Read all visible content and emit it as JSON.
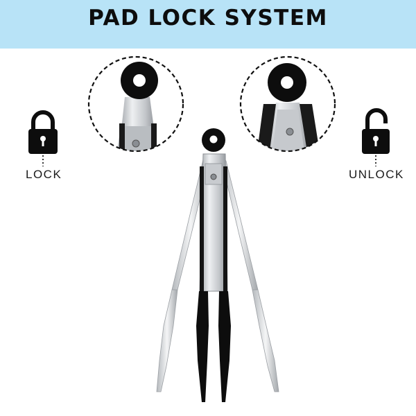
{
  "header": {
    "title": "PAD LOCK SYSTEM"
  },
  "left_state": {
    "label": "LOCK",
    "icon": "padlock-closed-icon"
  },
  "right_state": {
    "label": "UNLOCK",
    "icon": "padlock-open-icon"
  },
  "colors": {
    "banner": "#b8e3f7",
    "steel": "#cfd2d6",
    "black": "#0d0d0d"
  }
}
